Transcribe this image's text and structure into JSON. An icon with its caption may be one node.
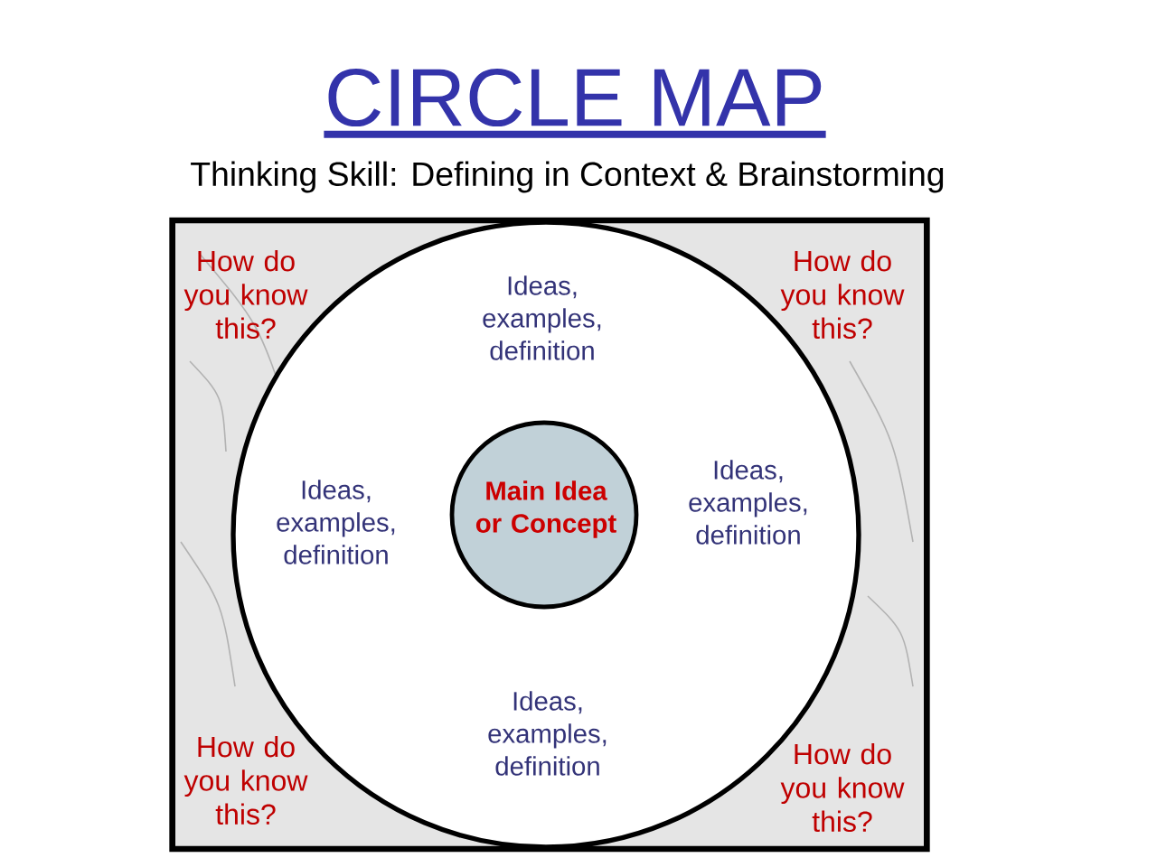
{
  "diagram": {
    "title": "CIRCLE MAP",
    "nodes": [
      {
        "text": [
          "How do you know this?",
          "How do you know this?",
          "How do you know this?",
          "How do you know this?"
        ]
      },
      {
        "text": [
          "Ideas, examples, definition",
          "Ideas, examples, definition",
          "Ideas, examples, definition",
          "Ideas, examples, definition"
        ],
        "in": 0
      },
      {
        "text": [
          "Main Idea or Concept"
        ],
        "in": 1
      }
    ],
    "labels": [
      "Thinking Skill:  Defining in Context & Brainstorming"
    ]
  }
}
